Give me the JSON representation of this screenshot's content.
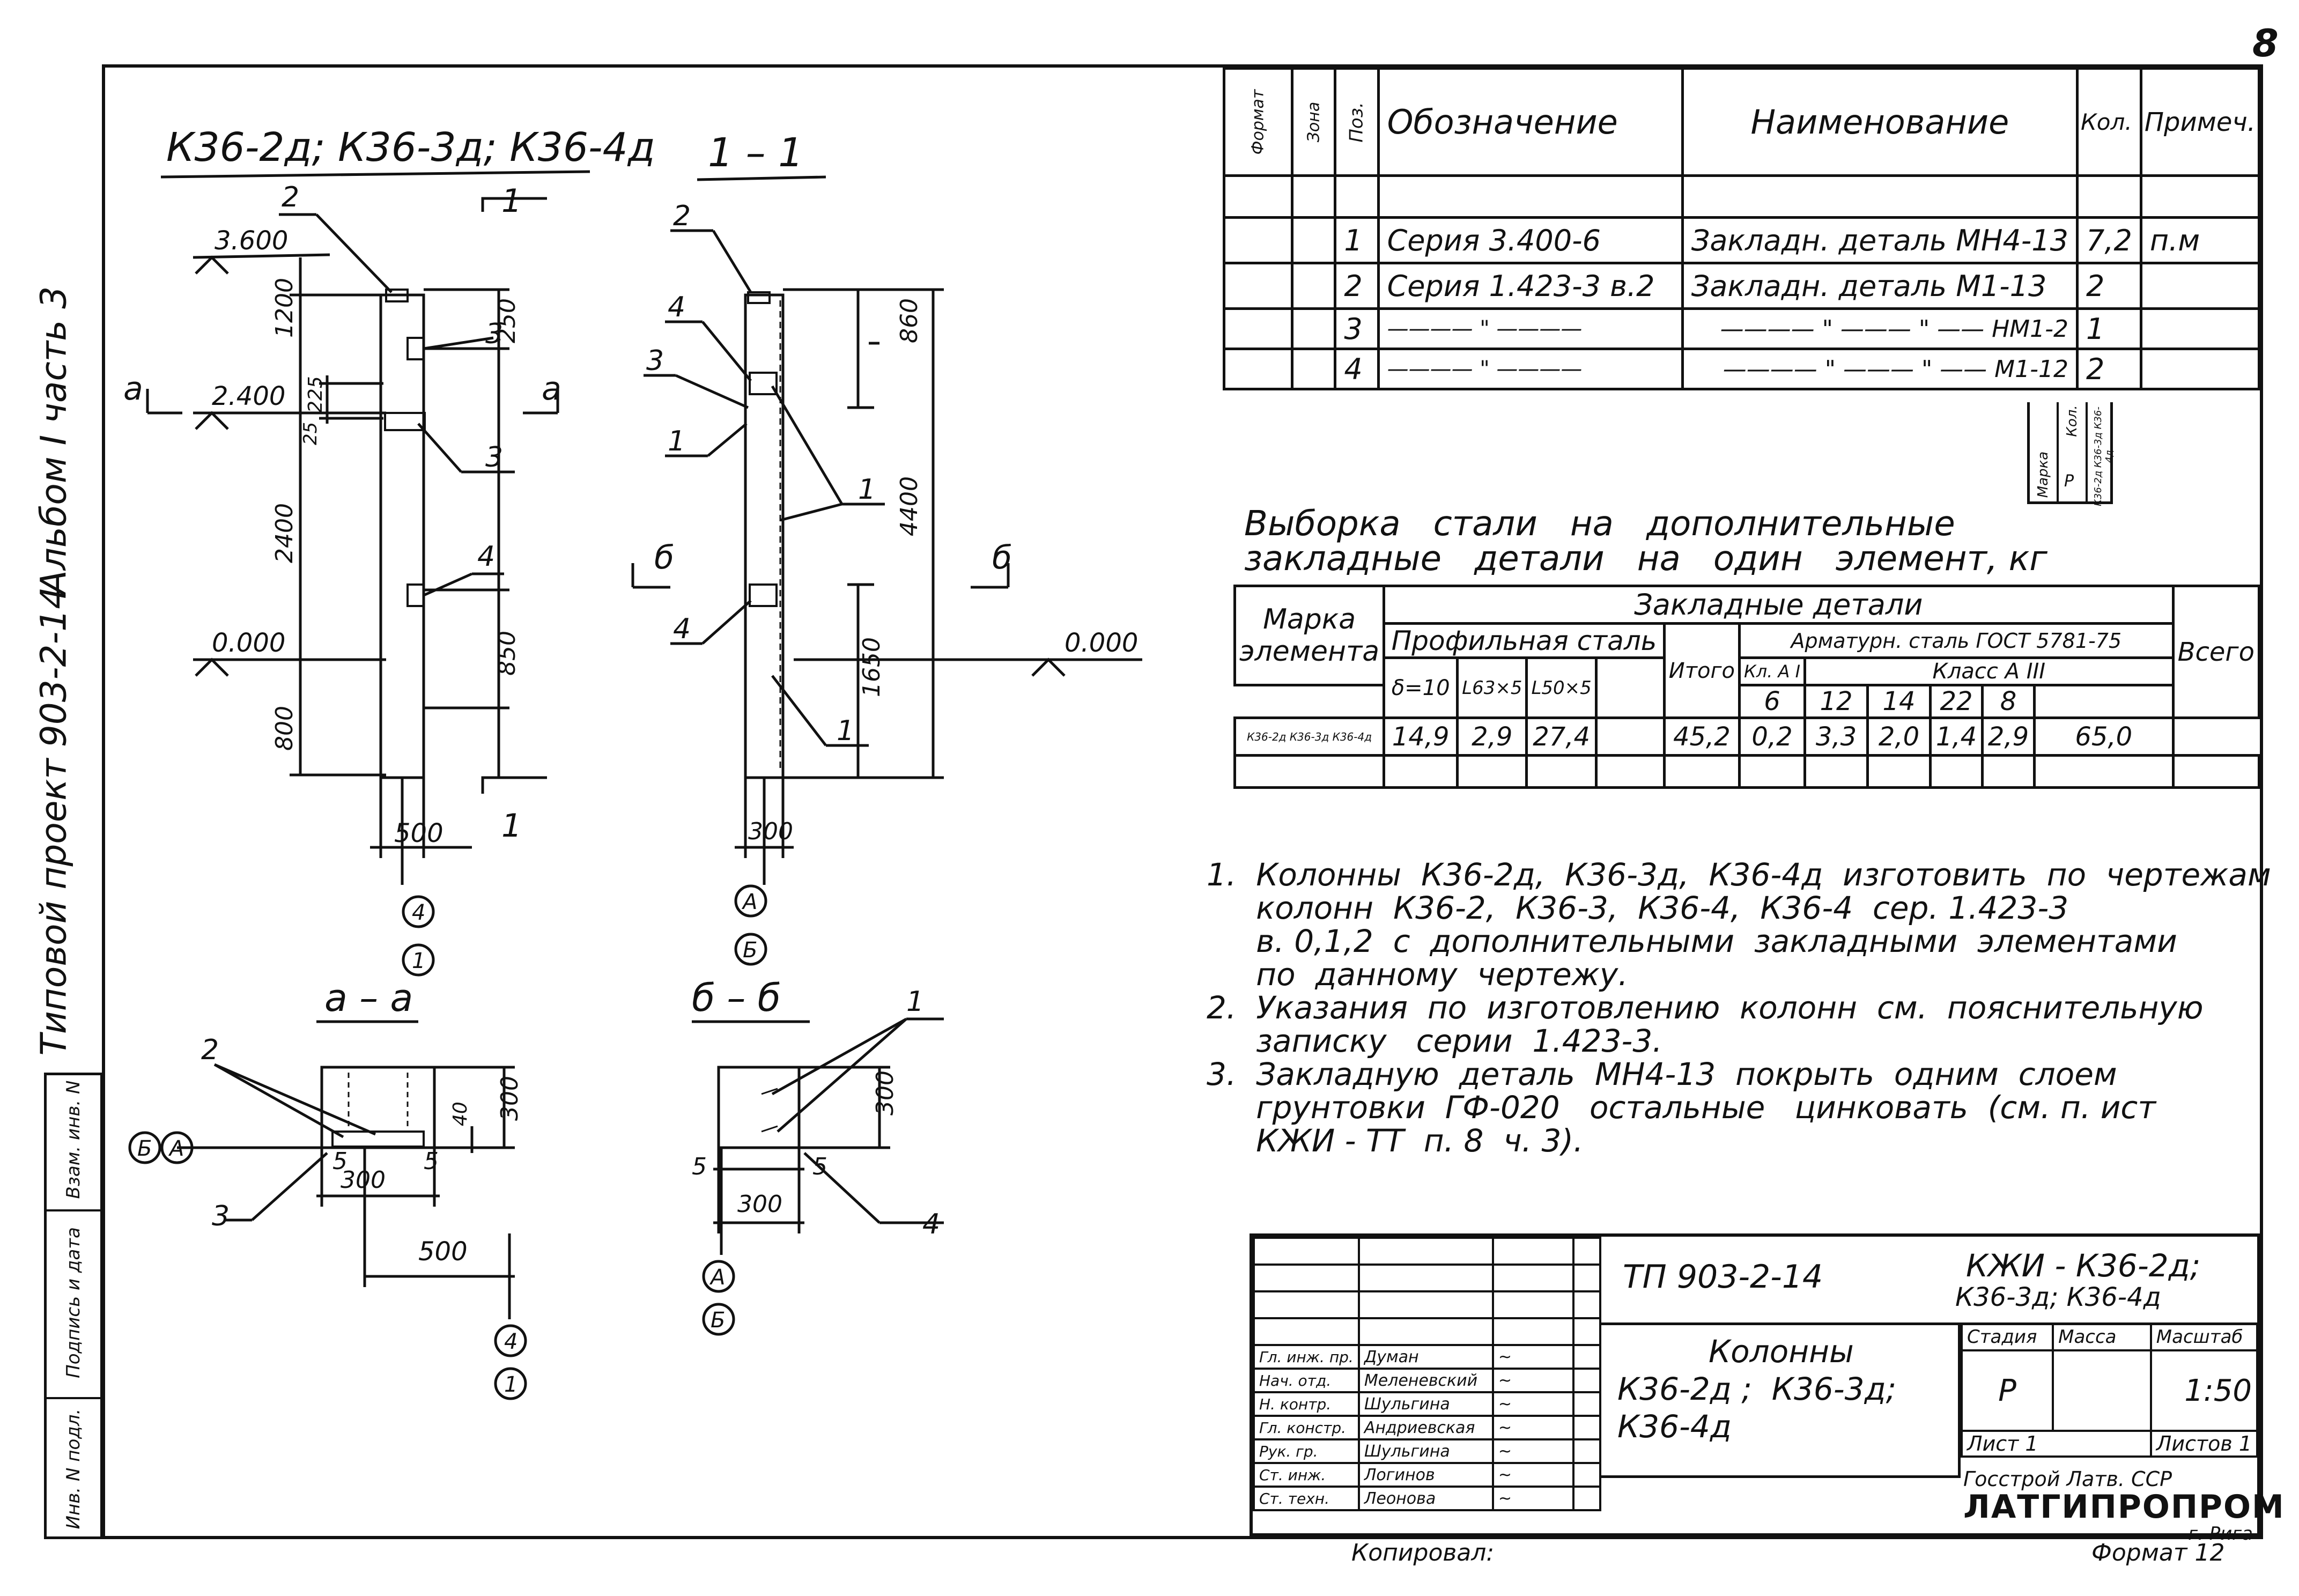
{
  "sheet_number": "8",
  "side_margin": {
    "project": "Типовой проект 903-2-14",
    "album": "Альбом I часть 3",
    "stamp_cells": [
      "Инв. N подл.",
      "Подпись и дата",
      "Взам. инв. N"
    ]
  },
  "drawing": {
    "title_elevation": "К36-2д; К36-3д; К36-4д",
    "title_section_1": "1 – 1",
    "title_section_a": "а – а",
    "title_section_b": "б – б",
    "section_1_marker": "1",
    "cut_a": "а",
    "cut_b": "б",
    "elev": {
      "top": "3.600",
      "mid": "2.400",
      "zero": "0.000"
    },
    "elev_right": "0.000",
    "dims_elev": {
      "h1200": "1200",
      "h2400": "2400",
      "h800": "800",
      "d250": "250",
      "d225": "225",
      "d25": "25",
      "d850": "850",
      "w500": "500"
    },
    "dims_section": {
      "d860": "860",
      "d4400": "4400",
      "d1650": "1650",
      "w300": "300"
    },
    "dims_aa": {
      "h300": "300",
      "h40": "40",
      "w300": "300",
      "w500": "500",
      "gap5a": "5",
      "gap5b": "5"
    },
    "dims_bb": {
      "h300": "300",
      "w300": "300",
      "gap5a": "5",
      "gap5b": "5"
    },
    "pos": {
      "p1": "1",
      "p2": "2",
      "p3": "3",
      "p4": "4"
    },
    "axes": {
      "a4": "4",
      "a1": "1",
      "aA": "А",
      "aB": "Б"
    }
  },
  "spec_table": {
    "headers": [
      "Формат",
      "Зона",
      "Поз.",
      "Обозначение",
      "Наименование",
      "Кол.",
      "Примеч."
    ],
    "rows": [
      {
        "pos": "1",
        "series": "Серия   3.400-6",
        "name": "Закладн. деталь МН4-13",
        "qty": "7,2",
        "note": "п.м"
      },
      {
        "pos": "2",
        "series": "Серия   1.423-3 в.2",
        "name": "Закладн. деталь М1-13",
        "qty": "2",
        "note": ""
      },
      {
        "pos": "3",
        "series": "———— \" ————",
        "name": "———— \" ——— \" —— НМ1-2",
        "qty": "1",
        "note": ""
      },
      {
        "pos": "4",
        "series": "———— \" ————",
        "name": "———— \" ——— \" —— М1-12",
        "qty": "2",
        "note": ""
      }
    ],
    "mini": [
      "Марка",
      "Кол.",
      "Р"
    ],
    "mini_marks": "К36-2д К36-3д К36-4д"
  },
  "steel": {
    "title_line1": "Выборка   стали   на   дополнительные",
    "title_line2": "закладные   детали   на   один   элемент, кг",
    "h_mark": "Марка элемента",
    "h_embedded": "Закладные  детали",
    "h_profile": "Профильная   сталь",
    "h_total": "Итого",
    "h_rebar": "Арматурн. сталь ГОСТ 5781-75",
    "h_kl": "Кл. А I",
    "h_class": "Класс А III",
    "h_all": "Всего",
    "sub": [
      "δ=10",
      "L63×5",
      "L50×5"
    ],
    "dia": [
      "6",
      "12",
      "14",
      "22",
      "8"
    ],
    "row": {
      "mark": "К36-2д К36-3д К36-4д",
      "v": [
        "14,9",
        "2,9",
        "27,4",
        "",
        "45,2",
        "0,2",
        "3,3",
        "2,0",
        "1,4",
        "2,9",
        "65,0"
      ]
    }
  },
  "notes": [
    "1.  Колонны  К36-2д,  К36-3д,  К36-4д  изготовить  по  чертежам",
    "     колонн  К36-2,  К36-3,  К36-4,  К36-4  сер. 1.423-3",
    "     в. 0,1,2  с  дополнительными  закладными  элементами",
    "     по  данному  чертежу.",
    "2.  Указания  по  изготовлению  колонн  см.  пояснительную",
    "     записку   серии  1.423-3.",
    "3.  Закладную  деталь  МН4-13  покрыть  одним  слоем",
    "     грунтовки  ГФ-020   остальные   цинковать  (см. п. ист",
    "     КЖИ - ТТ  п. 8  ч. 3)."
  ],
  "title_block": {
    "project_code": "ТП  903-2-14",
    "mark_line1": "КЖИ - К36-2д;",
    "mark_line2": "К36-3д; К36-4д",
    "object_title": [
      "Колонны",
      "К36-2д ;  К36-3д;",
      "К36-4д"
    ],
    "stage_label": "Стадия",
    "mass_label": "Масса",
    "scale_label": "Масштаб",
    "stage": "Р",
    "scale": "1:50",
    "sheet": "Лист 1",
    "sheets": "Листов 1",
    "org_line1": "Госстрой  Латв. ССР",
    "org_line2": "ЛАТГИПРОПРОМ",
    "org_line3": "г. Рига",
    "signatures": [
      {
        "role": "Гл. инж. пр.",
        "name": "Думан",
        "sig": "~"
      },
      {
        "role": "Нач. отд.",
        "name": "Меленевский",
        "sig": "~"
      },
      {
        "role": "Н. контр.",
        "name": "Шульгина",
        "sig": "~"
      },
      {
        "role": "Гл. констр.",
        "name": "Андриевская",
        "sig": "~"
      },
      {
        "role": "Рук. гр.",
        "name": "Шульгина",
        "sig": "~"
      },
      {
        "role": "Ст. инж.",
        "name": "Логинов",
        "sig": "~"
      },
      {
        "role": "Ст. техн.",
        "name": "Леонова",
        "sig": "~"
      }
    ],
    "copied": "Копировал:",
    "format": "Формат 12"
  }
}
